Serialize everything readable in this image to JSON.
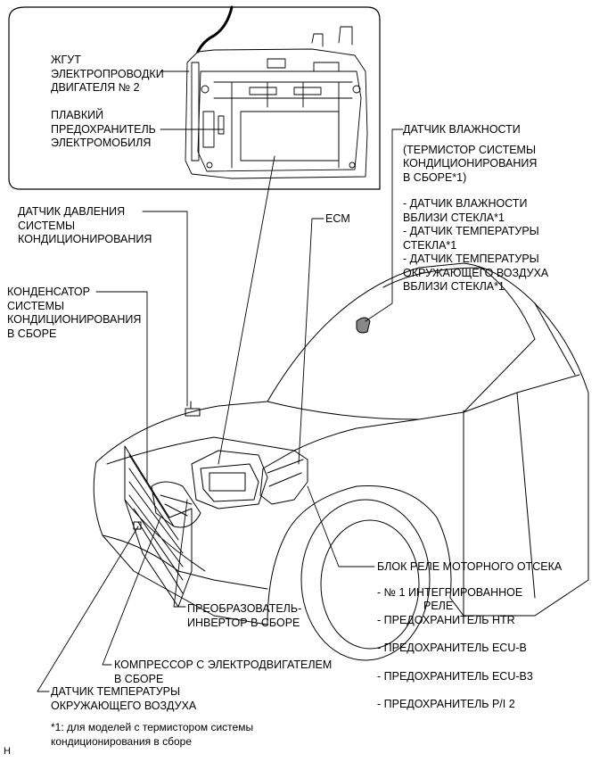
{
  "callouts": {
    "engine_wire": [
      "ЖГУТ",
      "ЭЛЕКТРОПРОВОДКИ",
      "ДВИГАТЕЛЯ № 2"
    ],
    "ev_fuse": [
      "ПЛАВКИЙ",
      "ПРЕДОХРАНИТЕЛЬ",
      "ЭЛЕКТРОМОБИЛЯ"
    ],
    "humidity_sensor": {
      "title": "ДАТЧИК ВЛАЖНОСТИ",
      "note": [
        "(ТЕРМИСТОР СИСТЕМЫ",
        "КОНДИЦИОНИРОВАНИЯ",
        "В СБОРЕ*1)"
      ],
      "items": [
        "- ДАТЧИК ВЛАЖНОСТИ",
        "ВБЛИЗИ СТЕКЛА*1",
        "- ДАТЧИК ТЕМПЕРАТУРЫ",
        "СТЕКЛА*1",
        "- ДАТЧИК ТЕМПЕРАТУРЫ",
        "ОКРУЖАЮЩЕГО ВОЗДУХА",
        "ВБЛИЗИ СТЕКЛА*1"
      ]
    },
    "pressure_sensor": [
      "ДАТЧИК ДАВЛЕНИЯ",
      "СИСТЕМЫ",
      "КОНДИЦИОНИРОВАНИЯ"
    ],
    "ecm": "ECM",
    "condenser": [
      "КОНДЕНСАТОР",
      "СИСТЕМЫ",
      "КОНДИЦИОНИРОВАНИЯ",
      "В СБОРЕ"
    ],
    "relay_block": {
      "title": "БЛОК РЕЛЕ МОТОРНОГО ОТСЕКА",
      "items": [
        [
          "- № 1   ИНТЕГРИРОВАННОЕ",
          "РЕЛЕ"
        ],
        [
          "- ПРЕДОХРАНИТЕЛЬ HTR"
        ],
        [
          "- ПРЕДОХРАНИТЕЛЬ ECU-B"
        ],
        [
          "- ПРЕДОХРАНИТЕЛЬ ECU-B3"
        ],
        [
          "- ПРЕДОХРАНИТЕЛЬ P/I 2"
        ]
      ]
    },
    "inverter": [
      "ПРЕОБРАЗОВАТЕЛЬ-",
      "ИНВЕРТОР В СБОРЕ"
    ],
    "compressor": [
      "КОМПРЕССОР С ЭЛЕКТРОДВИГАТЕЛЕМ",
      "В СБОРЕ"
    ],
    "ambient_sensor": [
      "ДАТЧИК ТЕМПЕРАТУРЫ",
      "ОКРУЖАЮЩЕГО ВОЗДУХА"
    ]
  },
  "footnote": [
    "*1: для моделей с термистором системы",
    "кондиционирования в сборе"
  ],
  "corner_mark": "H"
}
